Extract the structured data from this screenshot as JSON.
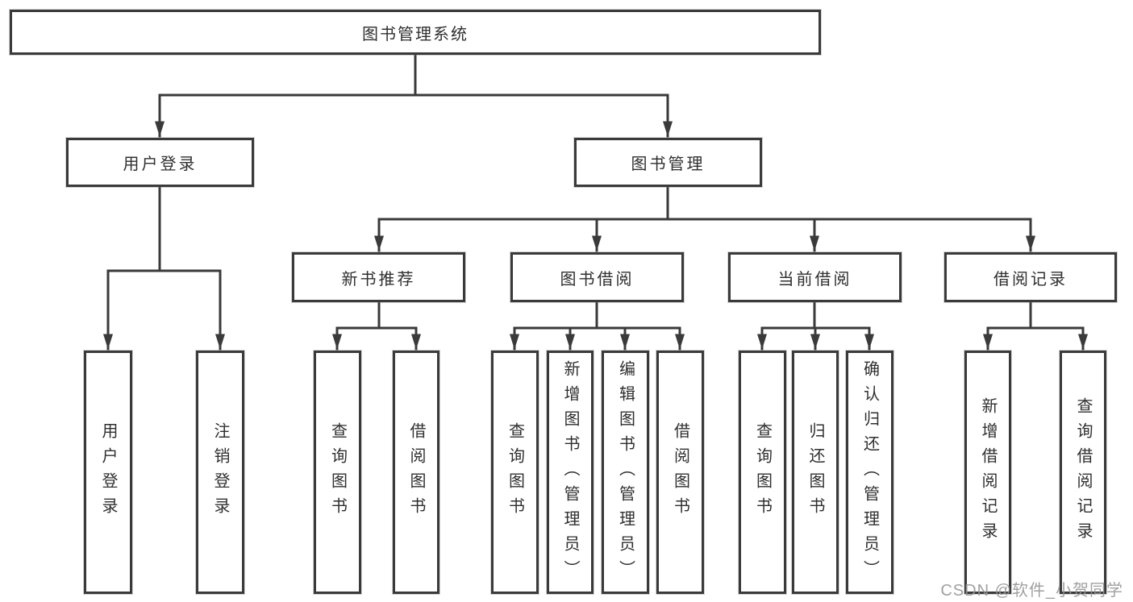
{
  "diagram": {
    "type": "hierarchy-tree",
    "tree": {
      "root": {
        "label": "图书管理系统"
      },
      "branches": [
        {
          "label": "用户登录",
          "children": [
            {
              "label": "用户登录"
            },
            {
              "label": "注销登录"
            }
          ]
        },
        {
          "label": "图书管理",
          "children": [
            {
              "label": "新书推荐",
              "children": [
                {
                  "label": "查询图书"
                },
                {
                  "label": "借阅图书"
                }
              ]
            },
            {
              "label": "图书借阅",
              "children": [
                {
                  "label": "查询图书"
                },
                {
                  "label": "新增图书（管理员）"
                },
                {
                  "label": "编辑图书（管理员）"
                },
                {
                  "label": "借阅图书"
                }
              ]
            },
            {
              "label": "当前借阅",
              "children": [
                {
                  "label": "查询图书"
                },
                {
                  "label": "归还图书"
                },
                {
                  "label": "确认归还（管理员）"
                }
              ]
            },
            {
              "label": "借阅记录",
              "children": [
                {
                  "label": "新增借阅记录"
                },
                {
                  "label": "查询借阅记录"
                }
              ]
            }
          ]
        }
      ]
    },
    "colors": {
      "line": "#3a3a3a",
      "box_border": "#3a3a3a",
      "box_background": "#ffffff",
      "text": "#2f2f2f",
      "watermark": "#969696",
      "page_background": "#ffffff"
    }
  },
  "watermark": {
    "text": "CSDN @软件_小贺同学"
  }
}
